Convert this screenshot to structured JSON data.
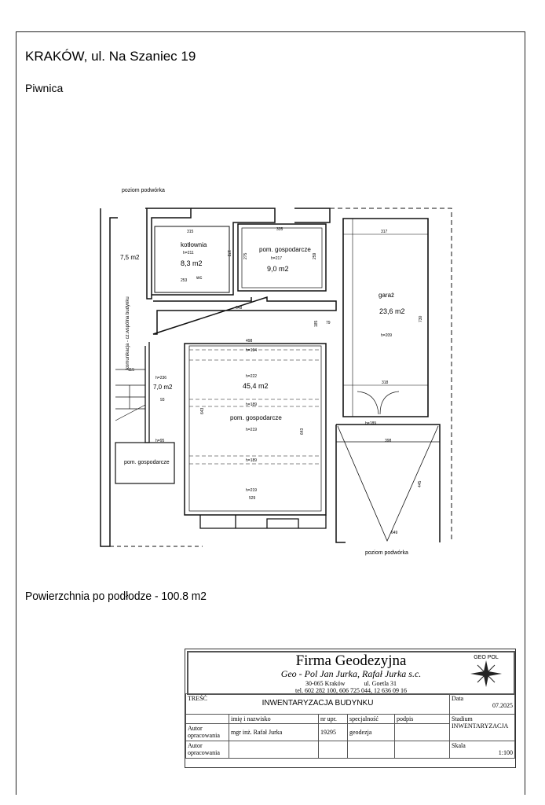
{
  "header": {
    "title": "KRAKÓW, ul. Na Szaniec 19",
    "level": "Piwnica"
  },
  "plan": {
    "rooms": [
      {
        "name": "kotłownia",
        "height": "h=211",
        "area": "8,3 m2"
      },
      {
        "name": "pom. gospodarcze",
        "height": "h=217",
        "area": "9,0 m2"
      },
      {
        "name": "garaż",
        "height": "h=209",
        "area": "23,6 m2"
      },
      {
        "name": "pom. gospodarcze",
        "heights": [
          "h=222",
          "h=219",
          "h=219"
        ],
        "area": "45,4 m2",
        "beams": [
          "h=194",
          "h=189",
          "h=189"
        ]
      },
      {
        "name": "komunikacja - cz.wspólna budynku",
        "area": "7,5 m2"
      },
      {
        "name": "",
        "height": "h=236",
        "area": "7,0 m2"
      },
      {
        "name": "pom. gospodarcze",
        "height": "h=95"
      },
      {
        "name": "wc"
      }
    ],
    "labels": {
      "yard_top": "poziom podwórka",
      "yard_bottom": "poziom podwórka",
      "garage_door_h": "h=189"
    },
    "dims": [
      "315",
      "335",
      "317",
      "648",
      "498",
      "529",
      "318",
      "398",
      "730",
      "643",
      "643",
      "445",
      "649",
      "253",
      "115",
      "93",
      "172",
      "275",
      "259",
      "185",
      "79"
    ]
  },
  "summary": {
    "area": "Powierzchnia po podłodze - 100.8 m2"
  },
  "title_block": {
    "firm": "Firma Geodezyjna",
    "company": "Geo - Pol Jan Jurka, Rafał Jurka s.c.",
    "address_city": "30-065 Kraków",
    "address_street": "ul. Goetla 31",
    "phone": "tel. 602 282 100, 606 725 044, 12 636 09 16",
    "logo": "GEO POL",
    "content_label": "TREŚĆ",
    "content": "INWENTARYZACJA BUDYNKU",
    "date_label": "Data",
    "date": "07.2025",
    "cols": [
      "imię i nazwisko",
      "nr upr.",
      "specjalność",
      "podpis"
    ],
    "stage_label": "Stadium",
    "stage": "INWENTARYZACJA",
    "scale_label": "Skala",
    "scale": "1:100",
    "rows": [
      {
        "role": "Autor opracowania",
        "name": "mgr inż. Rafał Jurka",
        "license": "19295",
        "specialty": "geodezja"
      },
      {
        "role": "Autor opracowania",
        "name": "",
        "license": "",
        "specialty": ""
      }
    ]
  }
}
